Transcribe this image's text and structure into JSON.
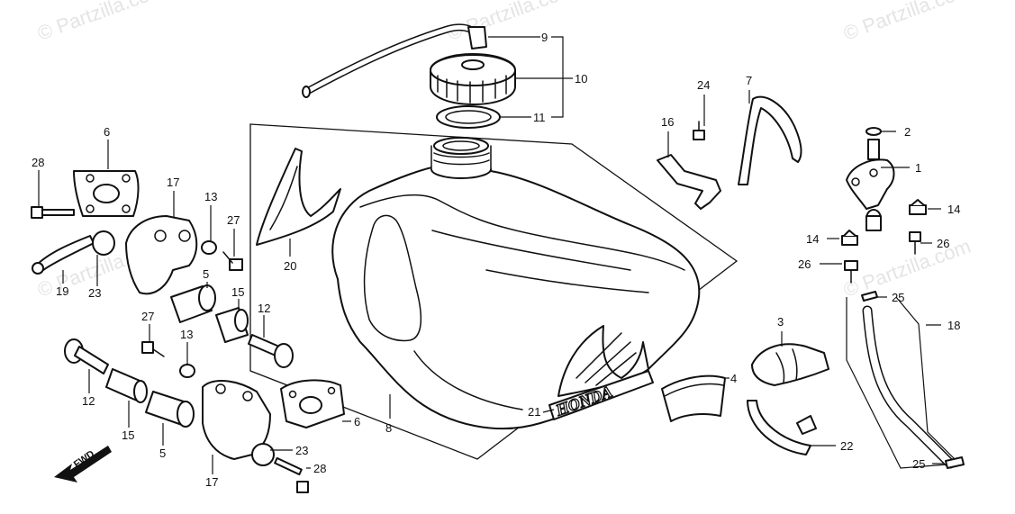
{
  "watermark": "© Partzilla.com",
  "fwd_label": "FWD",
  "logo_text": "HONDA",
  "callouts": {
    "c1": "1",
    "c2": "2",
    "c3": "3",
    "c4": "4",
    "c5a": "5",
    "c5b": "5",
    "c6a": "6",
    "c6b": "6",
    "c7": "7",
    "c8": "8",
    "c9": "9",
    "c10": "10",
    "c11": "11",
    "c12a": "12",
    "c12b": "12",
    "c13a": "13",
    "c13b": "13",
    "c14a": "14",
    "c14b": "14",
    "c15a": "15",
    "c15b": "15",
    "c16": "16",
    "c17a": "17",
    "c17b": "17",
    "c18": "18",
    "c19": "19",
    "c20": "20",
    "c21": "21",
    "c22": "22",
    "c23a": "23",
    "c23b": "23",
    "c24": "24",
    "c25a": "25",
    "c25b": "25",
    "c26a": "26",
    "c26b": "26",
    "c27a": "27",
    "c27b": "27",
    "c28a": "28",
    "c28b": "28"
  }
}
